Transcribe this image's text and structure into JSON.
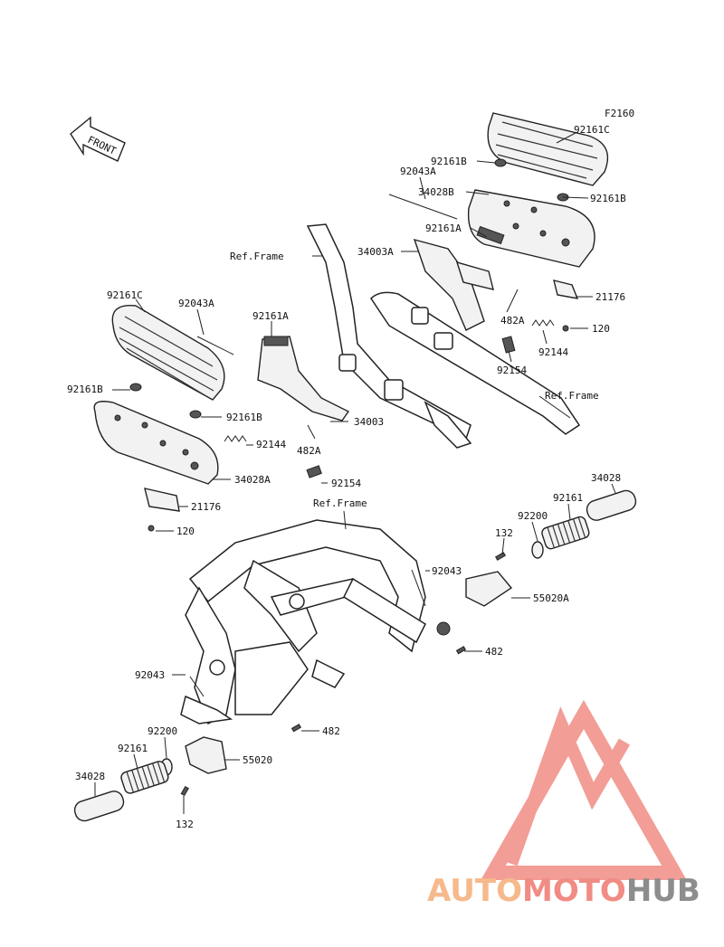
{
  "figure_code": "F2160",
  "front_label": "FRONT",
  "labels": {
    "p92161C_r": "92161C",
    "p92161B_r1": "92161B",
    "p92043A_r": "92043A",
    "p34028B": "34028B",
    "p92161B_r2": "92161B",
    "p92161A_r": "92161A",
    "p34003A": "34003A",
    "ref_frame_1": "Ref.Frame",
    "p21176_r": "21176",
    "p482A_r": "482A",
    "p120_r": "120",
    "p92144_r": "92144",
    "p92154_r": "92154",
    "ref_frame_2": "Ref.Frame",
    "p92161C_l": "92161C",
    "p92043A_l": "92043A",
    "p92161A_l": "92161A",
    "p92161B_l1": "92161B",
    "p92161B_l2": "92161B",
    "p34003": "34003",
    "p92144_l": "92144",
    "p482A_l": "482A",
    "p34028A": "34028A",
    "p92154_l": "92154",
    "p21176_l": "21176",
    "p120_l": "120",
    "ref_frame_3": "Ref.Frame",
    "p34028_r": "34028",
    "p92161_r": "92161",
    "p92200_r": "92200",
    "p132_r": "132",
    "p92043_r": "92043",
    "p55020A": "55020A",
    "p482_r": "482",
    "p92043_l": "92043",
    "p482_l": "482",
    "p92200_l": "92200",
    "p92161_l": "92161",
    "p55020": "55020",
    "p34028_l": "34028",
    "p132_l": "132"
  },
  "watermark": {
    "text_part1": "AUTO",
    "text_part2": "MOTO",
    "text_part3": "HUB",
    "color_orange": "#f6b98c",
    "color_red": "#f08c84",
    "color_gray": "#8d8d8d"
  }
}
